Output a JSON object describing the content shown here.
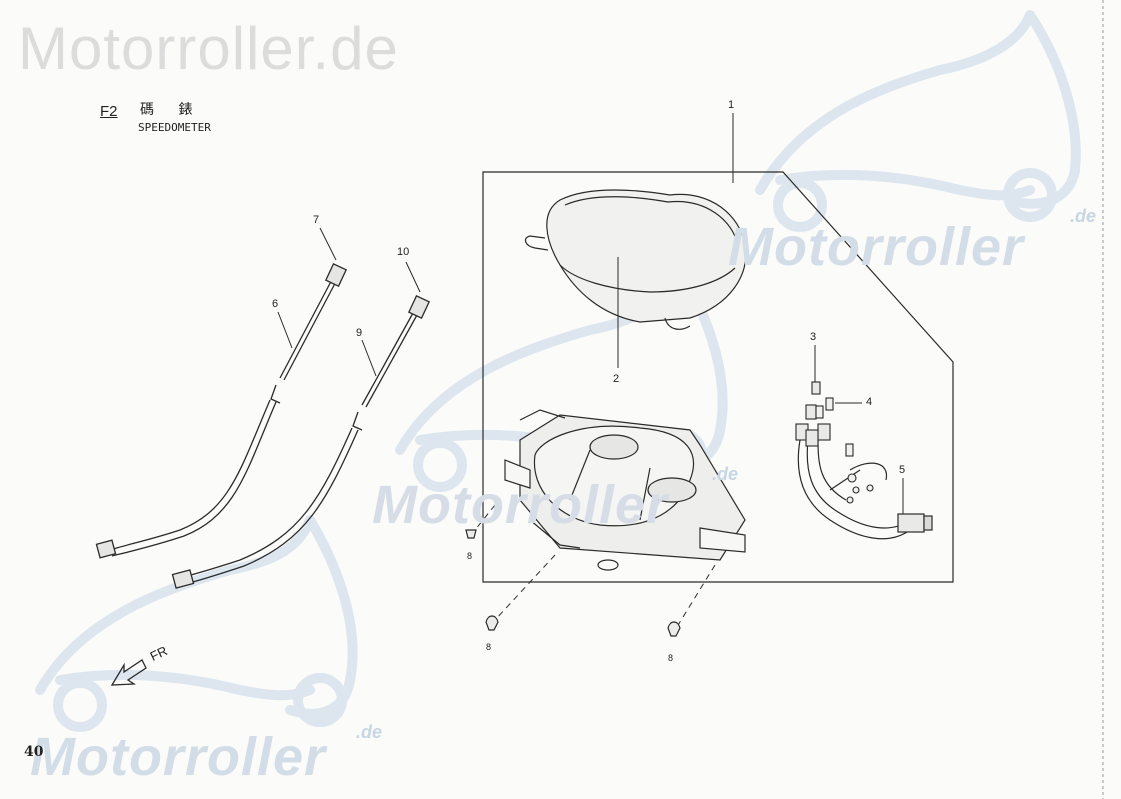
{
  "brand_header": "Motorroller.de",
  "watermark": {
    "text": "Motorroller",
    "suffix": ".de"
  },
  "section": {
    "code": "F2",
    "title_cjk": "碼 錶",
    "title": "SPEEDOMETER"
  },
  "callouts": {
    "p1": "1",
    "p2": "2",
    "p3": "3",
    "p4": "4",
    "p5": "5",
    "p6": "6",
    "p7": "7",
    "p8": "8",
    "p9": "9",
    "p10": "10"
  },
  "direction_label": "FR",
  "page_number": "40",
  "colors": {
    "line": "#2a2a2a",
    "watermark": "#d2dde8",
    "header": "#dcdcdc"
  },
  "icons": [
    "scooter-watermark-icon",
    "front-direction-arrow-icon"
  ]
}
